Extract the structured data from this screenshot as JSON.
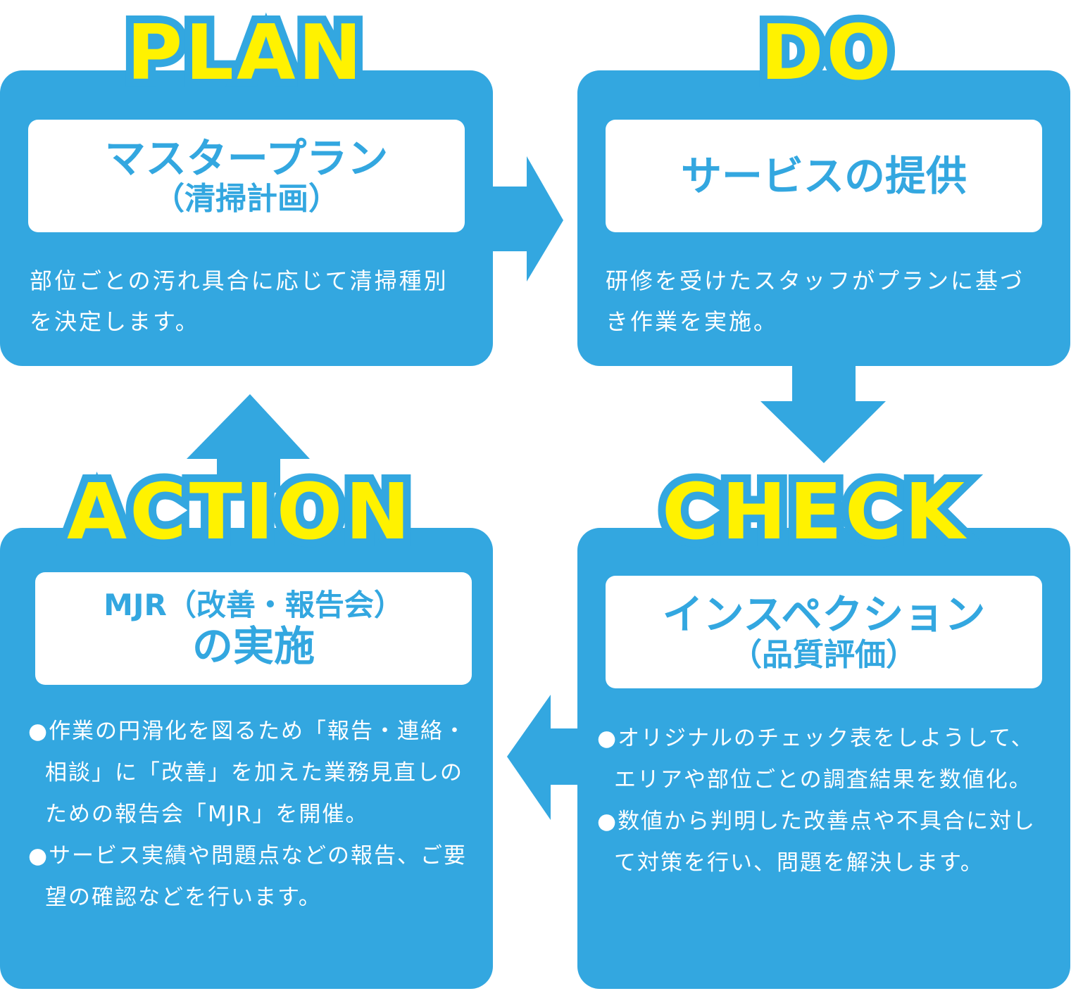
{
  "colors": {
    "card": "#33a7e0",
    "label_fill": "#fff200",
    "text": "#ffffff"
  },
  "plan": {
    "label": "PLAN",
    "title_line1": "マスタープラン",
    "title_line2": "（清掃計画）",
    "description": "部位ごとの汚れ具合に応じて清掃種別を決定します。"
  },
  "do": {
    "label": "DO",
    "title_line1": "サービスの提供",
    "description": "研修を受けたスタッフがプランに基づき作業を実施。"
  },
  "check": {
    "label": "CHECK",
    "title_line1": "インスペクション",
    "title_line2": "（品質評価）",
    "bullets": [
      "オリジナルのチェック表をしようして、エリアや部位ごとの調査結果を数値化。",
      "数値から判明した改善点や不具合に対して対策を行い、問題を解決します。"
    ]
  },
  "action": {
    "label": "ACTION",
    "title_line1": "MJR（改善・報告会）",
    "title_line2": "の実施",
    "bullets": [
      "作業の円滑化を図るため「報告・連絡・相談」に「改善」を加えた業務見直しのための報告会「MJR」を開催。",
      "サービス実績や問題点などの報告、ご要望の確認などを行います。"
    ]
  }
}
